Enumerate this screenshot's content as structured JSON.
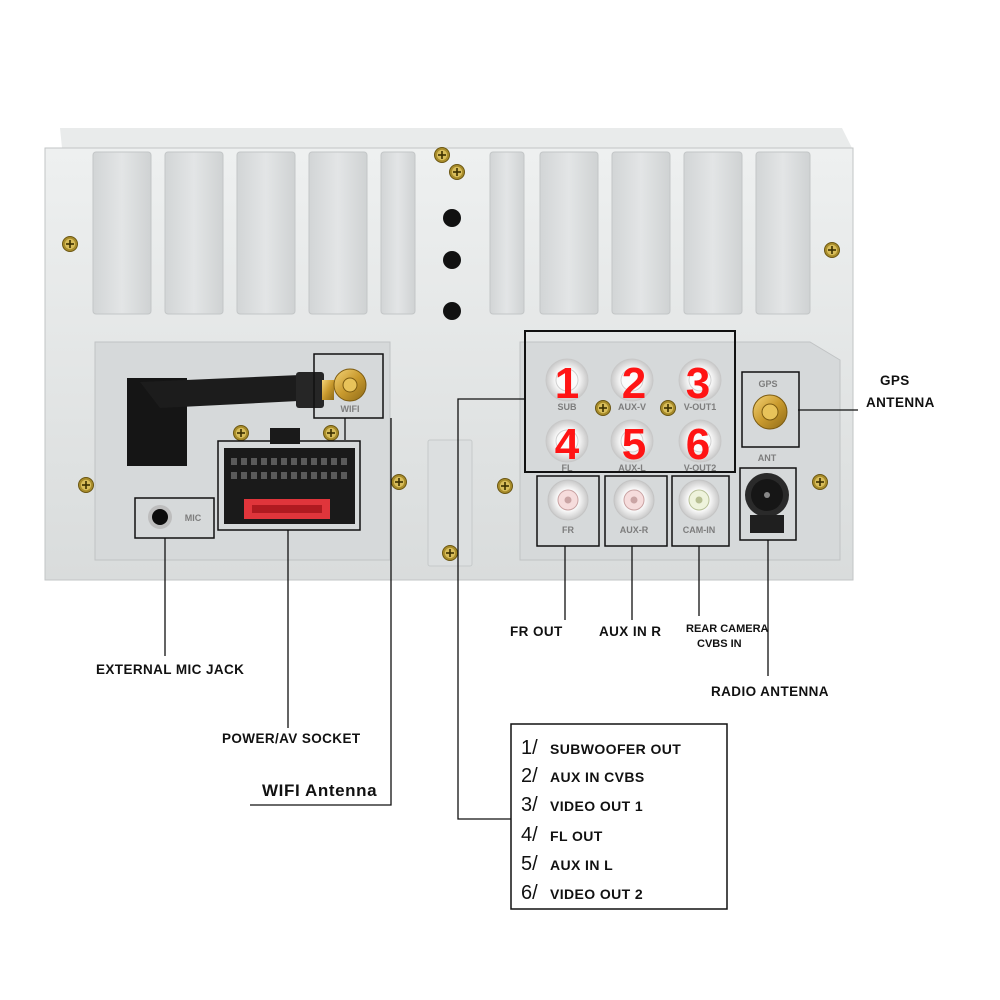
{
  "unit_labels": {
    "mic": "MIC",
    "wifi": "WIFI",
    "sub": "SUB",
    "aux_v": "AUX-V",
    "v_out1": "V-OUT1",
    "fl": "FL",
    "aux_l": "AUX-L",
    "v_out2": "V-OUT2",
    "fr": "FR",
    "aux_r": "AUX-R",
    "cam_in": "CAM-IN",
    "gps": "GPS",
    "ant": "ANT"
  },
  "port_numbers": [
    "1",
    "2",
    "3",
    "4",
    "5",
    "6"
  ],
  "callouts": {
    "gps_line1": "GPS",
    "gps_line2": "ANTENNA",
    "fr_out": "FR OUT",
    "aux_in_r": "AUX IN R",
    "rear_cam_line1": "REAR CAMERA",
    "rear_cam_line2": "CVBS IN",
    "radio_antenna": "RADIO ANTENNA",
    "external_mic": "EXTERNAL MIC JACK",
    "power_av": "POWER/AV SOCKET",
    "wifi_antenna": "WIFI Antenna"
  },
  "legend": [
    {
      "num": "1/",
      "text": "SUBWOOFER OUT"
    },
    {
      "num": "2/",
      "text": "AUX IN CVBS"
    },
    {
      "num": "3/",
      "text": "VIDEO OUT 1"
    },
    {
      "num": "4/",
      "text": "FL OUT"
    },
    {
      "num": "5/",
      "text": "AUX IN L"
    },
    {
      "num": "6/",
      "text": "VIDEO OUT 2"
    }
  ]
}
